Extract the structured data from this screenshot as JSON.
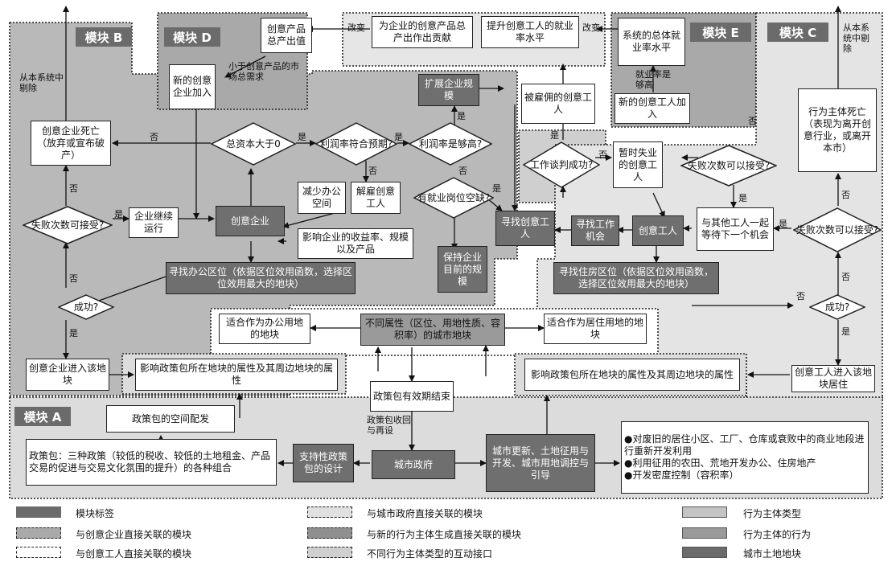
{
  "modules": {
    "a": "模块 A",
    "b": "模块 B",
    "c": "模块 C",
    "d": "模块 D",
    "e": "模块 E"
  },
  "nodes": {
    "product_output": "创意产品总产出值",
    "contribute": "为企业的创意产品总产出作出贡献",
    "employment_level": "提升创意工人的就业率水平",
    "sys_employment": "系统的总体就业率水平",
    "new_firm": "新的创意企业加入",
    "less_than_demand": "小于创意产品的市场总需求",
    "expand": "扩展企业规模",
    "hired_worker": "被雇佣的创意工人",
    "employment_high": "就业率是够高",
    "new_worker": "新的创意工人加入",
    "remove_from_system_b": "从本系统中剔除",
    "remove_from_system_c": "从本系统中剔除",
    "firm_death": "创意企业死亡（放弃或宣布破产）",
    "total_capital": "总资本大于0",
    "profit_expect": "利润率符合预期?",
    "profit_high": "利润率是够高?",
    "reduce_office": "减少办公空间",
    "fire_worker": "解雇创意工人",
    "vacancy": "有就业岗位空缺?",
    "job_success": "工作谈判成功?",
    "temp_unemployed": "暂时失业的创意工人",
    "failure_accept_c": "失败次数可以接受?",
    "worker_death": "行为主体死亡（表现为离开创意行业，或离开本市）",
    "failure_accept_b": "失败次数可接受?",
    "firm_continue": "企业继续运行",
    "creative_firm": "创意企业",
    "influence_firm": "影响企业的收益率、规模以及产品",
    "find_worker": "寻找创意工人",
    "keep_scale": "保持企业目前的规模",
    "find_job": "寻找工作机会",
    "creative_worker": "创意工人",
    "wait_chance": "与其他工人一起等待下一个机会",
    "failure_accept_c2": "失败次数可以接受?",
    "find_office": "寻找办公区位（依据区位效用函数，选择区位效用最大的地块）",
    "find_housing": "寻找住房区位（依据区位效用函数，选择区位效用最大的地块）",
    "success_b": "成功?",
    "success_c": "成功?",
    "office_land": "适合作为办公用地的地块",
    "city_land": "不同属性（区位、用地性质、容积率）的城市地块",
    "housing_land": "适合作为居住用地的地块",
    "firm_enter": "创意企业进入该地块",
    "worker_enter": "创意工人进入该地块居住",
    "policy_influence_left": "影响政策包所在地块的属性及其周边地块的属性",
    "policy_influence_right": "影响政策包所在地块的属性及其周边地块的属性",
    "policy_expire": "政策包有效期结束",
    "policy_spatial": "政策包的空间配发",
    "policy_recycle": "政策包收回与再设",
    "policy_package": "政策包：三种政策（较低的税收、较低的土地租金、产品交易的促进与交易文化氛围的提升）的各种组合",
    "support_policy": "支持性政策包的设计",
    "city_gov": "城市政府",
    "urban_renewal": "城市更新、土地征用与开发、城市用地调控与引导",
    "measure_1": "●对废旧的居住小区、工厂、仓库或衰败中的商业地段进行重新开发利用",
    "measure_2": "●利用征用的农田、荒地开发办公、住房地产",
    "measure_3": "●开发密度控制（容积率）"
  },
  "edges": {
    "change_1": "改变",
    "change_2": "改变",
    "no": "否",
    "yes": "是",
    "no_2": "否",
    "yes_2": "是",
    "yes_3": "是",
    "no_3": "否",
    "yes_4": "是",
    "yes_5": "是",
    "no_4": "否",
    "no_5": "否",
    "yes_6": "是",
    "no_6": "否",
    "yes_7": "是",
    "no_7": "否",
    "yes_8": "是",
    "no_8": "否",
    "no_9": "否",
    "yes_9": "是",
    "yes_10": "是",
    "no_10": "否"
  },
  "legend": {
    "module_label": "模块标签",
    "firm_module": "与创意企业直接关联的模块",
    "worker_module": "与创意工人直接关联的模块",
    "gov_module": "与城市政府直接关联的模块",
    "new_agent_module": "与新的行为主体生成直接关联的模块",
    "interface": "不同行为主体类型的互动接口",
    "agent_type": "行为主体类型",
    "agent_behavior": "行为主体的行为",
    "city_land": "城市土地地块"
  },
  "colors": {
    "dark": "#6f6f6f",
    "mid": "#9a9a9a",
    "light_region": "#dedede",
    "mid_region": "#b4b4b4"
  }
}
